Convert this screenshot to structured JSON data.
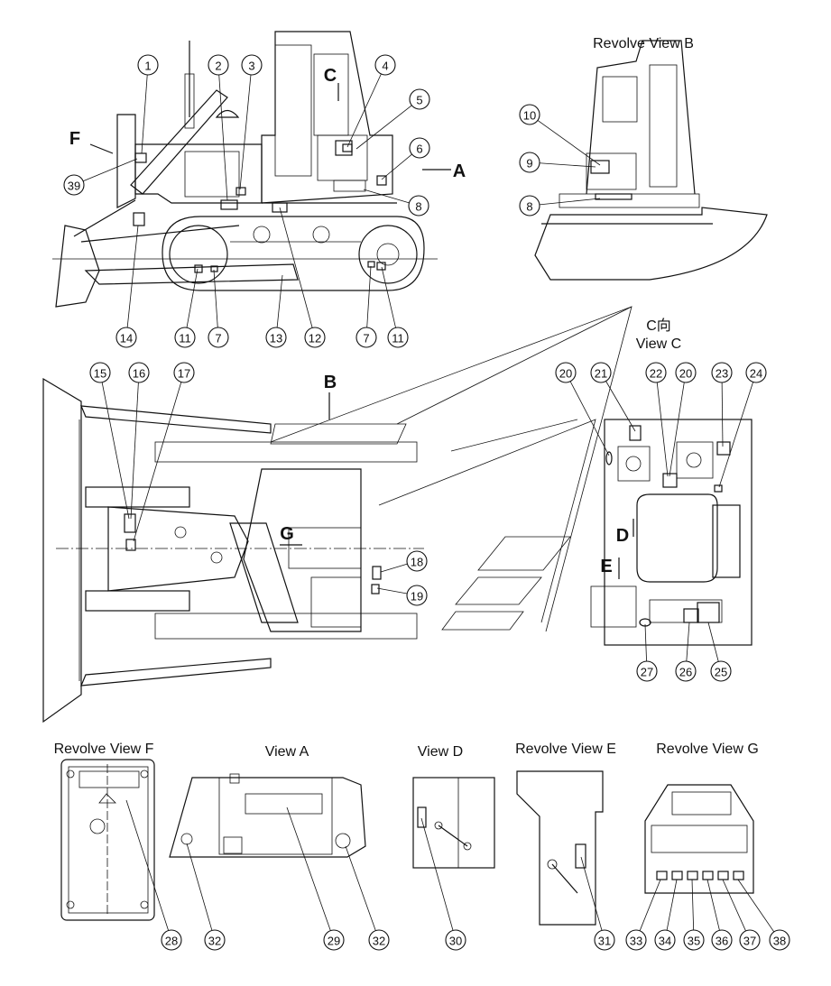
{
  "views": {
    "revolve_b": "Revolve View B",
    "view_c_cn": "C向",
    "view_c": "View C",
    "revolve_f": "Revolve View F",
    "view_a": "View A",
    "view_d": "View D",
    "revolve_e": "Revolve View E",
    "revolve_g": "Revolve View G"
  },
  "direction_letters": {
    "A": "A",
    "B": "B",
    "C": "C",
    "D": "D",
    "E": "E",
    "F": "F",
    "G": "G"
  },
  "callouts": [
    "1",
    "2",
    "3",
    "4",
    "5",
    "6",
    "7",
    "8",
    "9",
    "10",
    "11",
    "12",
    "13",
    "14",
    "15",
    "16",
    "17",
    "18",
    "19",
    "20",
    "21",
    "22",
    "23",
    "24",
    "25",
    "26",
    "27",
    "28",
    "29",
    "30",
    "31",
    "32",
    "33",
    "34",
    "35",
    "36",
    "37",
    "38",
    "39"
  ]
}
